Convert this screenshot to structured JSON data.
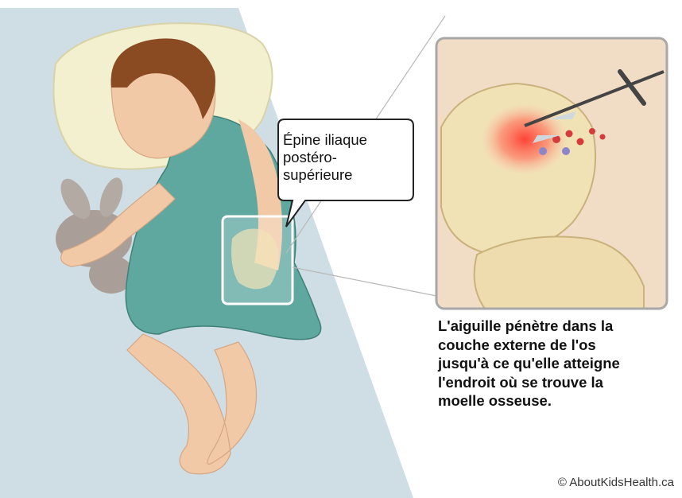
{
  "callout": {
    "lines": [
      "Épine iliaque",
      "postéro-",
      "supérieure"
    ]
  },
  "caption": {
    "lines": [
      "L'aiguille pénètre dans la",
      "couche externe de l'os",
      "jusqu'à ce qu'elle atteigne",
      "l'endroit où se trouve la",
      "moelle osseuse."
    ]
  },
  "copyright": "© AboutKidsHealth.ca",
  "colors": {
    "bed": "#cfdde4",
    "gown": "#5fa8a0",
    "skin": "#f2c9a6",
    "hair": "#8a4b22",
    "pillow": "#f3f0cf",
    "bone": "#f1e2b6",
    "marrow_glow": "#ff5a4a",
    "frame": "#a8a8a8"
  }
}
